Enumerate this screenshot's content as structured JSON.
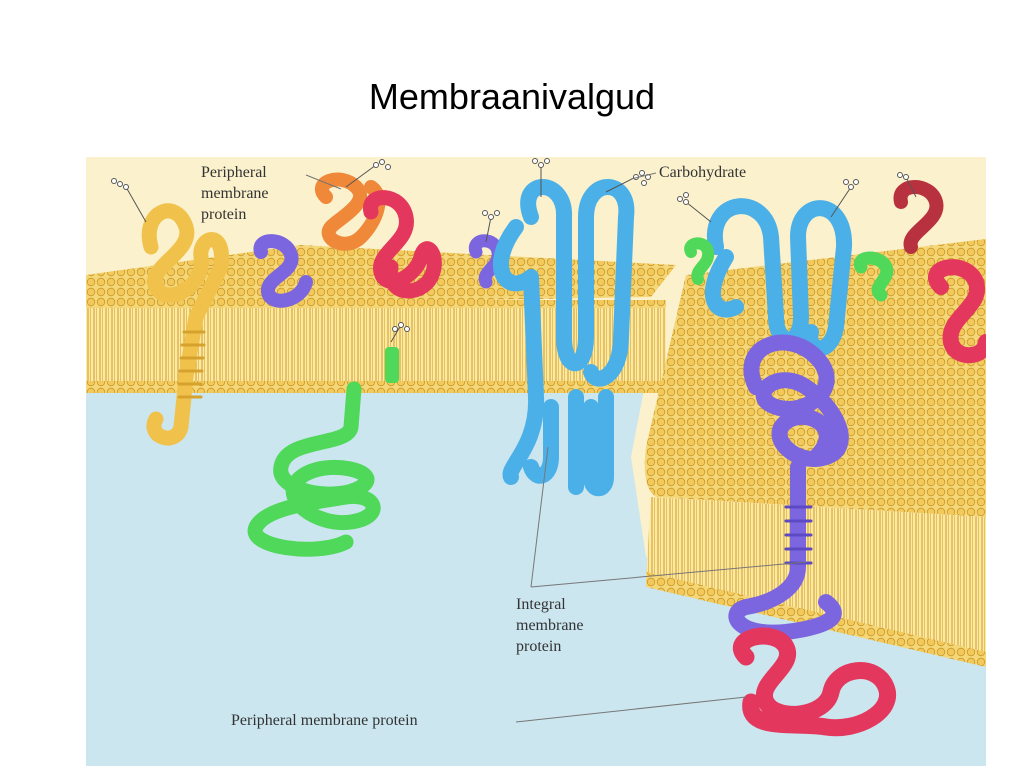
{
  "slide": {
    "title": "Membraanivalgud"
  },
  "figure": {
    "labels": {
      "peripheral_top": [
        "Peripheral",
        "membrane",
        "protein"
      ],
      "carbohydrate": "Carbohydrate",
      "integral": [
        "Integral",
        "membrane",
        "protein"
      ],
      "peripheral_bottom": "Peripheral membrane protein"
    },
    "colors": {
      "extracellular": "#fbf1cc",
      "cytoplasm": "#cbe6ef",
      "lipid_head": "#f2cd5c",
      "lipid_tail": "#e9c24f",
      "yellow_protein": "#f1c24b",
      "orange_protein": "#f0883a",
      "red_protein": "#e4375e",
      "purple_protein": "#7c66e0",
      "blue_protein": "#4cb0e8",
      "green_protein": "#4fd85a",
      "dark_red_protein": "#b8313f"
    }
  }
}
